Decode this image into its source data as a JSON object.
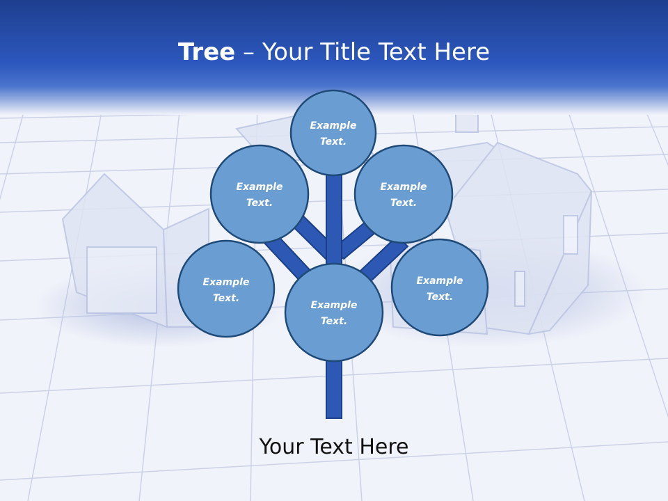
{
  "slide": {
    "title_bold": "Tree",
    "title_separator": " – ",
    "title_rest": "Your Title Text Here",
    "footer_text": "Your Text Here"
  },
  "diagram": {
    "type": "tree",
    "nodes": [
      {
        "id": "top",
        "label_line1": "Example",
        "label_line2": "Text."
      },
      {
        "id": "upper-left",
        "label_line1": "Example",
        "label_line2": "Text."
      },
      {
        "id": "upper-right",
        "label_line1": "Example",
        "label_line2": "Text."
      },
      {
        "id": "lower-left",
        "label_line1": "Example",
        "label_line2": "Text."
      },
      {
        "id": "center",
        "label_line1": "Example",
        "label_line2": "Text."
      },
      {
        "id": "lower-right",
        "label_line1": "Example",
        "label_line2": "Text."
      }
    ]
  },
  "colors": {
    "header_blue": "#2a53b8",
    "node_fill": "#6a9ed2",
    "node_stroke": "#1f4a78",
    "trunk_fill": "#2d59b5",
    "trunk_stroke": "#1b3f86"
  }
}
